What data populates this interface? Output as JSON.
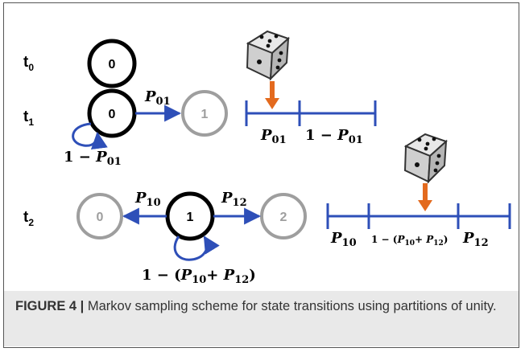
{
  "rows": {
    "t0": {
      "base": "t",
      "sub": "0"
    },
    "t1": {
      "base": "t",
      "sub": "1"
    },
    "t2": {
      "base": "t",
      "sub": "2"
    }
  },
  "states": {
    "t0_s0": "0",
    "t1_s0": "0",
    "t1_s1": "1",
    "t2_s0": "0",
    "t2_s1": "1",
    "t2_s2": "2"
  },
  "labels": {
    "p01": {
      "v": "P",
      "sub": "01"
    },
    "stay_t1": {
      "pre": "1 − ",
      "v": "P",
      "sub": "01"
    },
    "p10": {
      "v": "P",
      "sub": "10"
    },
    "p12": {
      "v": "P",
      "sub": "12"
    },
    "stay_t2": {
      "pre": "1 − (",
      "v1": "P",
      "sub1": "10",
      "mid": "+ ",
      "v2": "P",
      "sub2": "12",
      "post": ")"
    }
  },
  "partitions": {
    "bar1": [
      {
        "v": "P",
        "sub": "01"
      },
      {
        "pre": "1 − ",
        "v": "P",
        "sub": "01"
      }
    ],
    "bar2": {
      "first": {
        "v": "P",
        "sub": "10"
      },
      "middle": {
        "pre": "1 − (",
        "v1": "P",
        "sub1": "10",
        "mid": "+ ",
        "v2": "P",
        "sub2": "12",
        "post": ")"
      },
      "last": {
        "v": "P",
        "sub": "12"
      }
    }
  },
  "colors": {
    "active_state": "#000000",
    "inactive_state": "#9e9e9e",
    "arrow": "#2e4fb8",
    "bar": "#2e4fb8",
    "pointer": "#e36a1e",
    "caption_bg": "#e9e9e9"
  },
  "icons": [
    "dice-icon",
    "dice-icon"
  ],
  "caption": {
    "label": "FIGURE 4 |",
    "text": " Markov sampling scheme for state transitions using partitions of unity."
  }
}
